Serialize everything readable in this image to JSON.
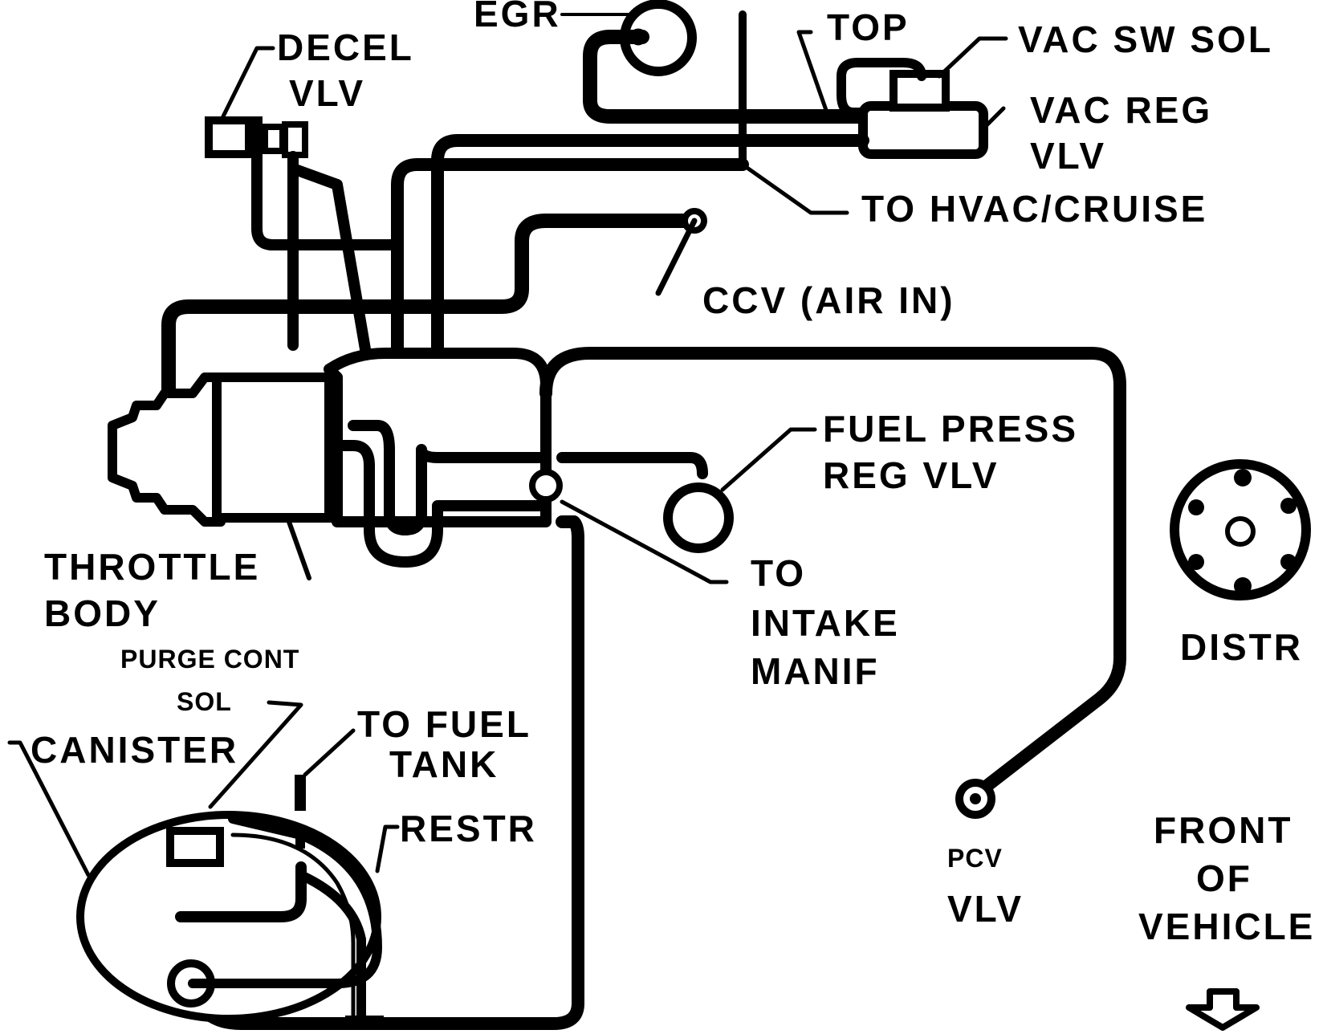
{
  "diagram": {
    "labels": {
      "egr": "EGR",
      "decel_vlv_1": "DECEL",
      "decel_vlv_2": "VLV",
      "top": "TOP",
      "vac_sw_sol": "VAC SW SOL",
      "vac_reg_vlv_1": "VAC REG",
      "vac_reg_vlv_2": "VLV",
      "to_hvac_cruise": "TO HVAC/CRUISE",
      "ccv_air_in": "CCV (AIR IN)",
      "fuel_press_reg_vlv_1": "FUEL PRESS",
      "fuel_press_reg_vlv_2": "REG VLV",
      "throttle_body_1": "THROTTLE",
      "throttle_body_2": "BODY",
      "to_intake_manif_1": "TO",
      "to_intake_manif_2": "INTAKE",
      "to_intake_manif_3": "MANIF",
      "distr": "DISTR",
      "purge_cont_sol_1": "PURGE CONT",
      "purge_cont_sol_2": "SOL",
      "to_fuel_tank_1": "TO FUEL",
      "to_fuel_tank_2": "TANK",
      "canister": "CANISTER",
      "restr": "RESTR",
      "pcv_vlv_1": "PCV",
      "pcv_vlv_2": "VLV",
      "front_of_vehicle_1": "FRONT",
      "front_of_vehicle_2": "OF",
      "front_of_vehicle_3": "VEHICLE"
    },
    "icons": {
      "front_arrow": "down-arrow-icon"
    },
    "colors": {
      "line": "#000000",
      "background": "#ffffff"
    }
  }
}
